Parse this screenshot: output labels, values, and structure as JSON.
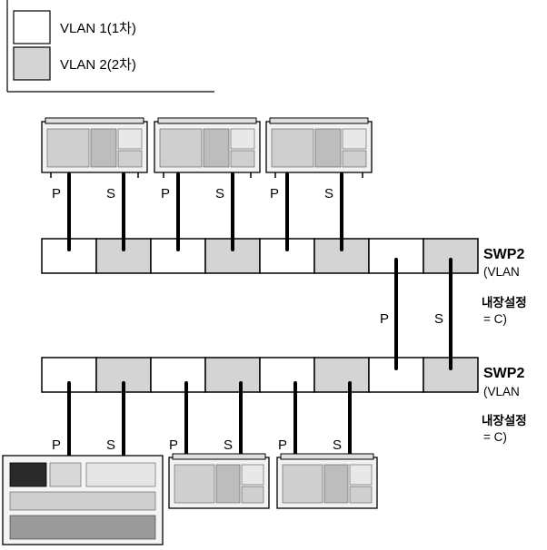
{
  "legend": {
    "items": [
      {
        "label": "VLAN 1(1차)",
        "color": "#ffffff"
      },
      {
        "label": "VLAN 2(2차)",
        "color": "#d4d4d4"
      }
    ]
  },
  "switches": [
    {
      "title": "SWP2",
      "line1": "(VLAN",
      "line2": "내장설정",
      "line3": "= C)"
    },
    {
      "title": "SWP2",
      "line1": "(VLAN",
      "line2": "내장설정",
      "line3": "= C)"
    }
  ],
  "ports": {
    "primary": "P",
    "secondary": "S"
  },
  "colors": {
    "vlan1": "#ffffff",
    "vlan2": "#d4d4d4",
    "line": "#000000"
  }
}
